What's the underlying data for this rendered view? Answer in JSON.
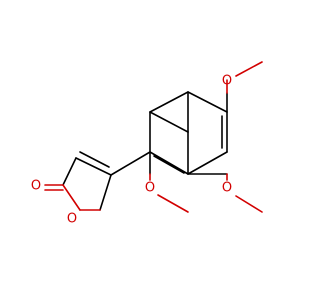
{
  "molecule": {
    "atoms": {
      "o_carbonyl": "O",
      "o_ring": "O",
      "o_methoxy_top": "O",
      "o_methoxy_c1": "O",
      "o_methoxy_c8": "O"
    }
  },
  "colors": {
    "bond": "#000000",
    "heteroatom": "#d20000",
    "background": "#ffffff"
  }
}
